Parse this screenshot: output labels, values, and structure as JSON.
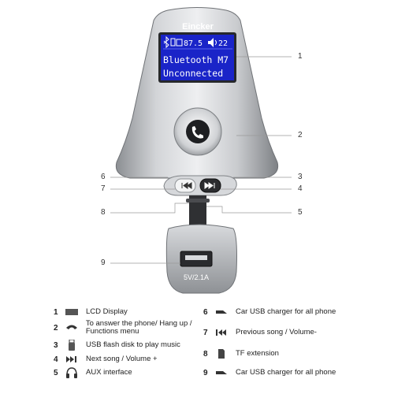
{
  "device": {
    "brand": "Eincker",
    "lcd": {
      "status_frequency": "87.5",
      "status_volume": "22",
      "line1": "Bluetooth  M7",
      "line2": "Unconnected"
    },
    "usb_label": "5V/2.1A"
  },
  "callouts": {
    "right": [
      "1",
      "2",
      "3",
      "4",
      "5"
    ],
    "left": [
      "6",
      "7",
      "8",
      "9"
    ]
  },
  "legend": [
    {
      "num": "1",
      "icon": "lcd-display-icon",
      "text": "LCD Display"
    },
    {
      "num": "2",
      "icon": "phone-handset-icon",
      "text": "To answer the phone/ Hang up / Functions menu"
    },
    {
      "num": "3",
      "icon": "usb-flash-icon",
      "text": "USB flash disk to play music"
    },
    {
      "num": "4",
      "icon": "next-song-icon",
      "text": "Next song / Volume +"
    },
    {
      "num": "5",
      "icon": "headphones-icon",
      "text": "AUX interface"
    },
    {
      "num": "6",
      "icon": "car-charger-icon",
      "text": "Car USB charger for all phone"
    },
    {
      "num": "7",
      "icon": "previous-song-icon",
      "text": "Previous song / Volume-"
    },
    {
      "num": "8",
      "icon": "tf-card-icon",
      "text": "TF extension"
    },
    {
      "num": "9",
      "icon": "car-charger-icon",
      "text": "Car USB charger for all phone"
    }
  ]
}
